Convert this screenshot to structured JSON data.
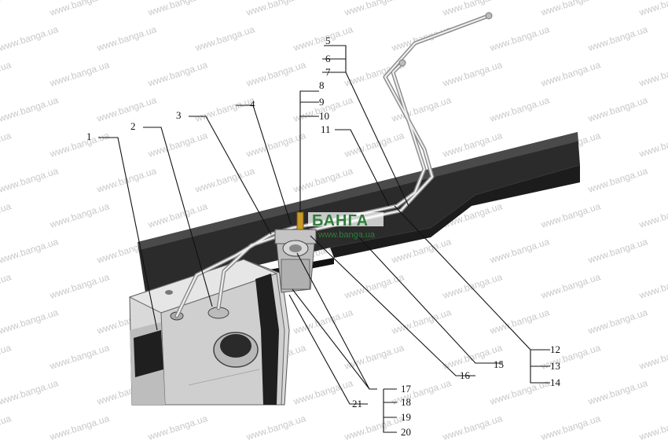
{
  "watermark": "www.banga.ua",
  "logo": {
    "main": "БАНГА",
    "sub": "www.banga.ua"
  },
  "callouts": [
    "1",
    "2",
    "3",
    "4",
    "5",
    "6",
    "7",
    "8",
    "9",
    "10",
    "11",
    "12",
    "13",
    "14",
    "15",
    "16",
    "17",
    "18",
    "19",
    "20",
    "21"
  ]
}
